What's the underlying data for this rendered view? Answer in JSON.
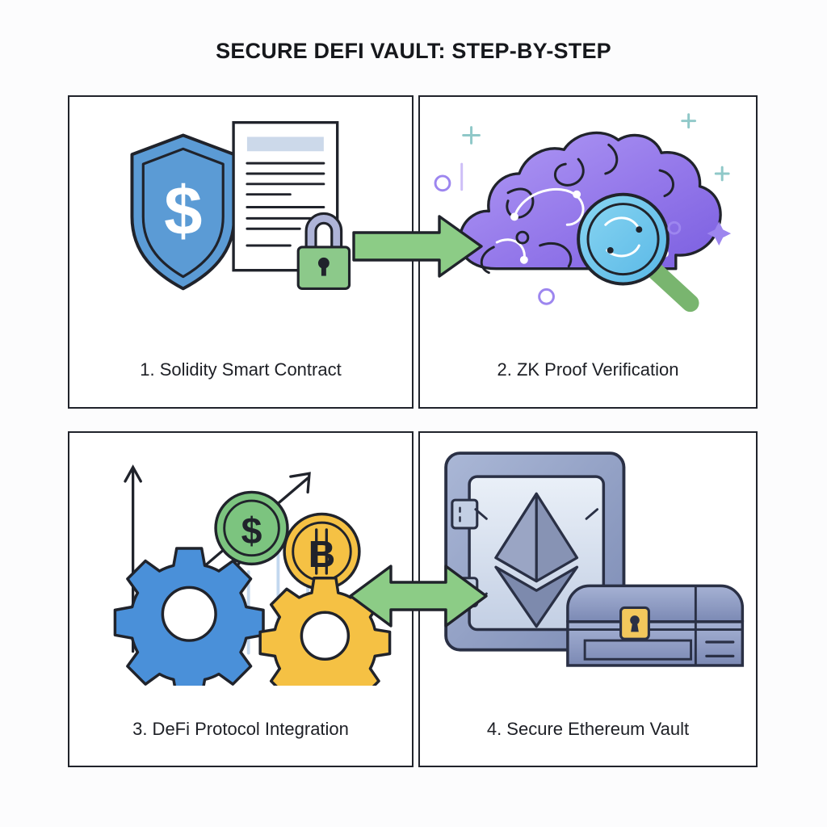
{
  "title": "SECURE DEFI VAULT: STEP-BY-STEP",
  "background_color": "#fcfcfd",
  "panel_border_color": "#20232b",
  "panels": [
    {
      "id": "panel-1",
      "caption": "1. Solidity Smart Contract",
      "illustration": "shield-document-padlock",
      "elements": [
        "shield-dollar-icon",
        "contract-document-icon",
        "padlock-icon"
      ],
      "colors": {
        "shield": "#5b9bd5",
        "document": "#ffffff",
        "padlock_body": "#8cc98a",
        "padlock_shackle": "#aeb4d8",
        "document_header": "#ccd9ea"
      }
    },
    {
      "id": "panel-2",
      "caption": "2. ZK Proof Verification",
      "illustration": "cloud-brain-magnifier",
      "elements": [
        "cloud-circuit-icon",
        "magnifying-glass-icon",
        "sparkle-cross-icon",
        "small-circle-icon"
      ],
      "colors": {
        "cloud_light": "#a98cf0",
        "cloud_dark": "#7e5fe0",
        "lens": "#6ec6ee",
        "handle": "#79b56f",
        "accent_cross": "#8fc8c8"
      }
    },
    {
      "id": "panel-3",
      "caption": "3. DeFi Protocol Integration",
      "illustration": "gears-coins-growth-chart",
      "elements": [
        "gear-blue-icon",
        "gear-yellow-icon",
        "dollar-coin-icon",
        "bitcoin-coin-icon",
        "growth-arrow-icon",
        "line-chart-icon"
      ],
      "colors": {
        "gear_blue": "#4a90d9",
        "gear_yellow": "#f5c144",
        "coin_green": "#7cc47f",
        "coin_yellow": "#f5c144",
        "chart_line": "#20232b"
      }
    },
    {
      "id": "panel-4",
      "caption": "4. Secure Ethereum Vault",
      "illustration": "safe-ethereum-treasure-chest",
      "elements": [
        "safe-icon",
        "ethereum-diamond-icon",
        "treasure-chest-icon",
        "chest-lock-icon"
      ],
      "colors": {
        "safe_frame": "#8f9ec4",
        "safe_inner": "#d6dfee",
        "ethereum": "#5a6480",
        "chest": "#8794bd",
        "chest_lock": "#f2c75c"
      }
    }
  ],
  "connectors": [
    {
      "id": "arrow-1-2",
      "type": "arrow-right",
      "from": "panel-1",
      "to": "panel-2",
      "color": "#8ccc86"
    },
    {
      "id": "arrow-3-4",
      "type": "arrow-bidirectional",
      "from": "panel-3",
      "to": "panel-4",
      "color": "#8ccc86"
    }
  ]
}
